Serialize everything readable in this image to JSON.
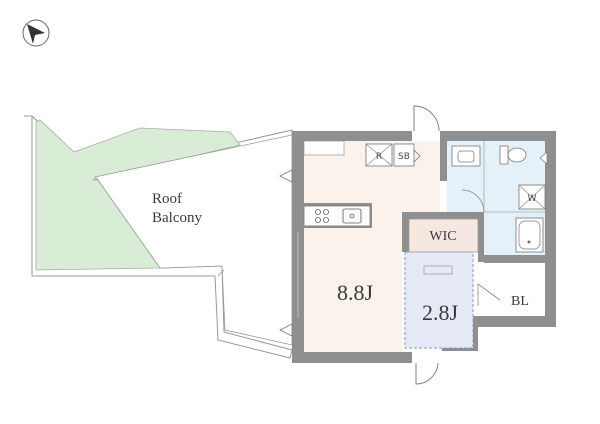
{
  "rooms": {
    "roof_balcony_line1": "Roof",
    "roof_balcony_line2": "Balcony",
    "living": "8.8J",
    "bedroom": "2.8J",
    "wic": "WIC",
    "bl": "BL",
    "refrigerator": "R",
    "shoe_box": "SB",
    "washer": "W"
  },
  "colors": {
    "wall": "#8f8f8f",
    "greenery": "#d9ecd6",
    "living_floor": "#fbf2ec",
    "bedroom_floor": "#e6e9f6",
    "wet_area": "#e4f1f8",
    "wic_floor": "#f6e7e1",
    "line": "#777777"
  },
  "icons": {
    "compass": "north-arrow-icon",
    "stove": "stove-icon",
    "sink": "sink-icon",
    "toilet": "toilet-icon",
    "bathtub": "bathtub-icon",
    "washbasin": "washbasin-icon"
  }
}
